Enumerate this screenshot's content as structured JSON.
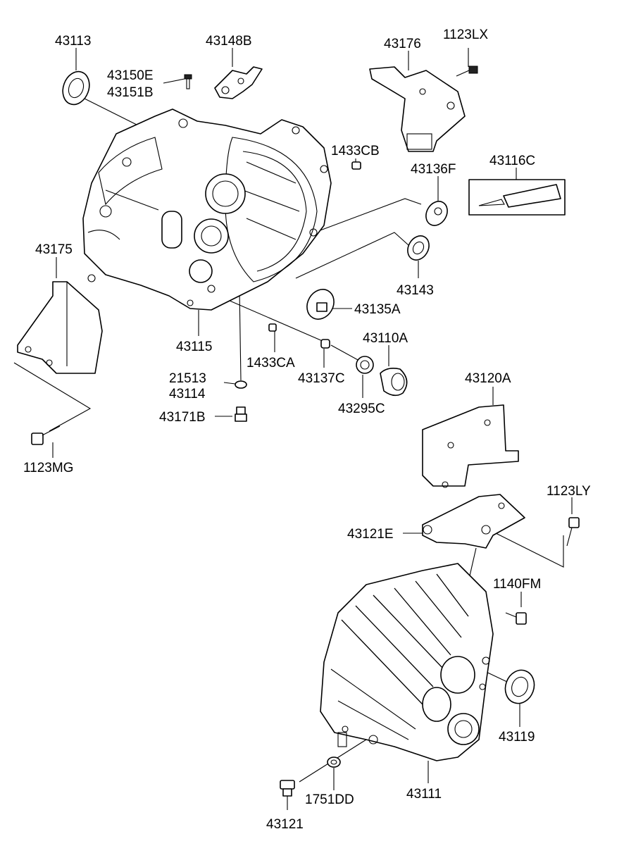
{
  "labels": {
    "p43113": "43113",
    "p43148B": "43148B",
    "p43150E": "43150E",
    "p43151B": "43151B",
    "p43176": "43176",
    "p1123LX": "1123LX",
    "p1433CB": "1433CB",
    "p43136F": "43136F",
    "p43116C": "43116C",
    "p43175": "43175",
    "p43143": "43143",
    "p43135A": "43135A",
    "p43115": "43115",
    "p1433CA": "1433CA",
    "p43110A": "43110A",
    "p21513": "21513",
    "p43114": "43114",
    "p43137C": "43137C",
    "p43295C": "43295C",
    "p43171B": "43171B",
    "p43120A": "43120A",
    "p1123MG": "1123MG",
    "p1123LY": "1123LY",
    "p43121E": "43121E",
    "p1140FM": "1140FM",
    "p43119": "43119",
    "p1751DD": "1751DD",
    "p43111": "43111",
    "p43121": "43121"
  }
}
